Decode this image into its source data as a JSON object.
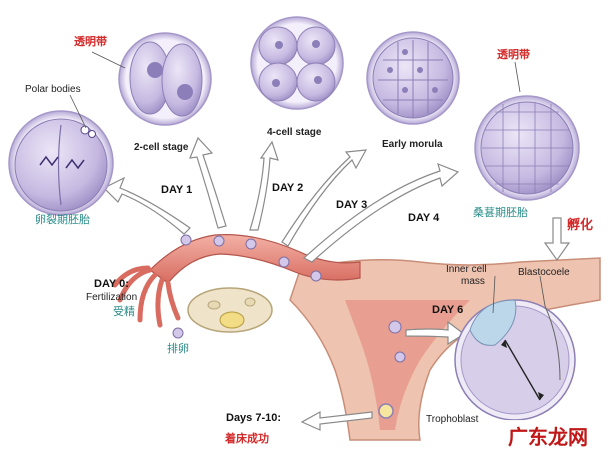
{
  "labels": {
    "zona_pellucida_top": "透明带",
    "polar_bodies": "Polar bodies",
    "stage_2cell": "2-cell stage",
    "stage_4cell": "4-cell stage",
    "stage_morula": "Early morula",
    "zona_pellucida_right": "透明带",
    "cleavage_embryo": "卵裂期胚胎",
    "morula_embryo": "桑葚期胚胎",
    "hatching": "孵化",
    "day1": "DAY 1",
    "day2": "DAY 2",
    "day3": "DAY 3",
    "day4": "DAY 4",
    "day0": "DAY 0:",
    "fertilization": "Fertilization",
    "fertilization_cn": "受精",
    "ovulation_cn": "排卵",
    "inner_cell_mass_1": "Inner cell",
    "inner_cell_mass_2": "mass",
    "blastocoele": "Blastocoele",
    "day6": "DAY 6",
    "days7_10": "Days 7-10:",
    "implantation_cn": "着床成功",
    "trophoblast": "Trophoblast",
    "watermark": "广东龙网"
  },
  "colors": {
    "cell_fill": "#c9bde3",
    "cell_stroke": "#8d7fb5",
    "tube_fill": "#e7877a",
    "tube_dark": "#c9584f",
    "arrow": "#ffffff",
    "arrow_stroke": "#8a8a8a"
  }
}
